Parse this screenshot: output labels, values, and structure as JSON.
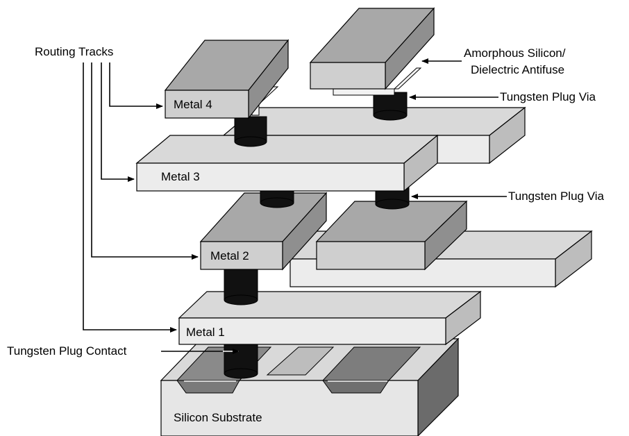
{
  "labels": {
    "routing_tracks": "Routing Tracks",
    "amorphous_line1": "Amorphous Silicon/",
    "amorphous_line2": "Dielectric Antifuse",
    "tungsten_plug_via_top": "Tungsten Plug Via",
    "tungsten_plug_via_mid": "Tungsten Plug Via",
    "metal4": "Metal 4",
    "metal3": "Metal 3",
    "metal2": "Metal 2",
    "metal1": "Metal 1",
    "tungsten_plug_contact": "Tungsten Plug Contact",
    "silicon_substrate": "Silicon Substrate"
  },
  "colors": {
    "light_top": "#d9d9d9",
    "light_front": "#ececec",
    "mid_top": "#a8a8a8",
    "substrate_side": "#6b6b6b",
    "plug": "#111111"
  }
}
